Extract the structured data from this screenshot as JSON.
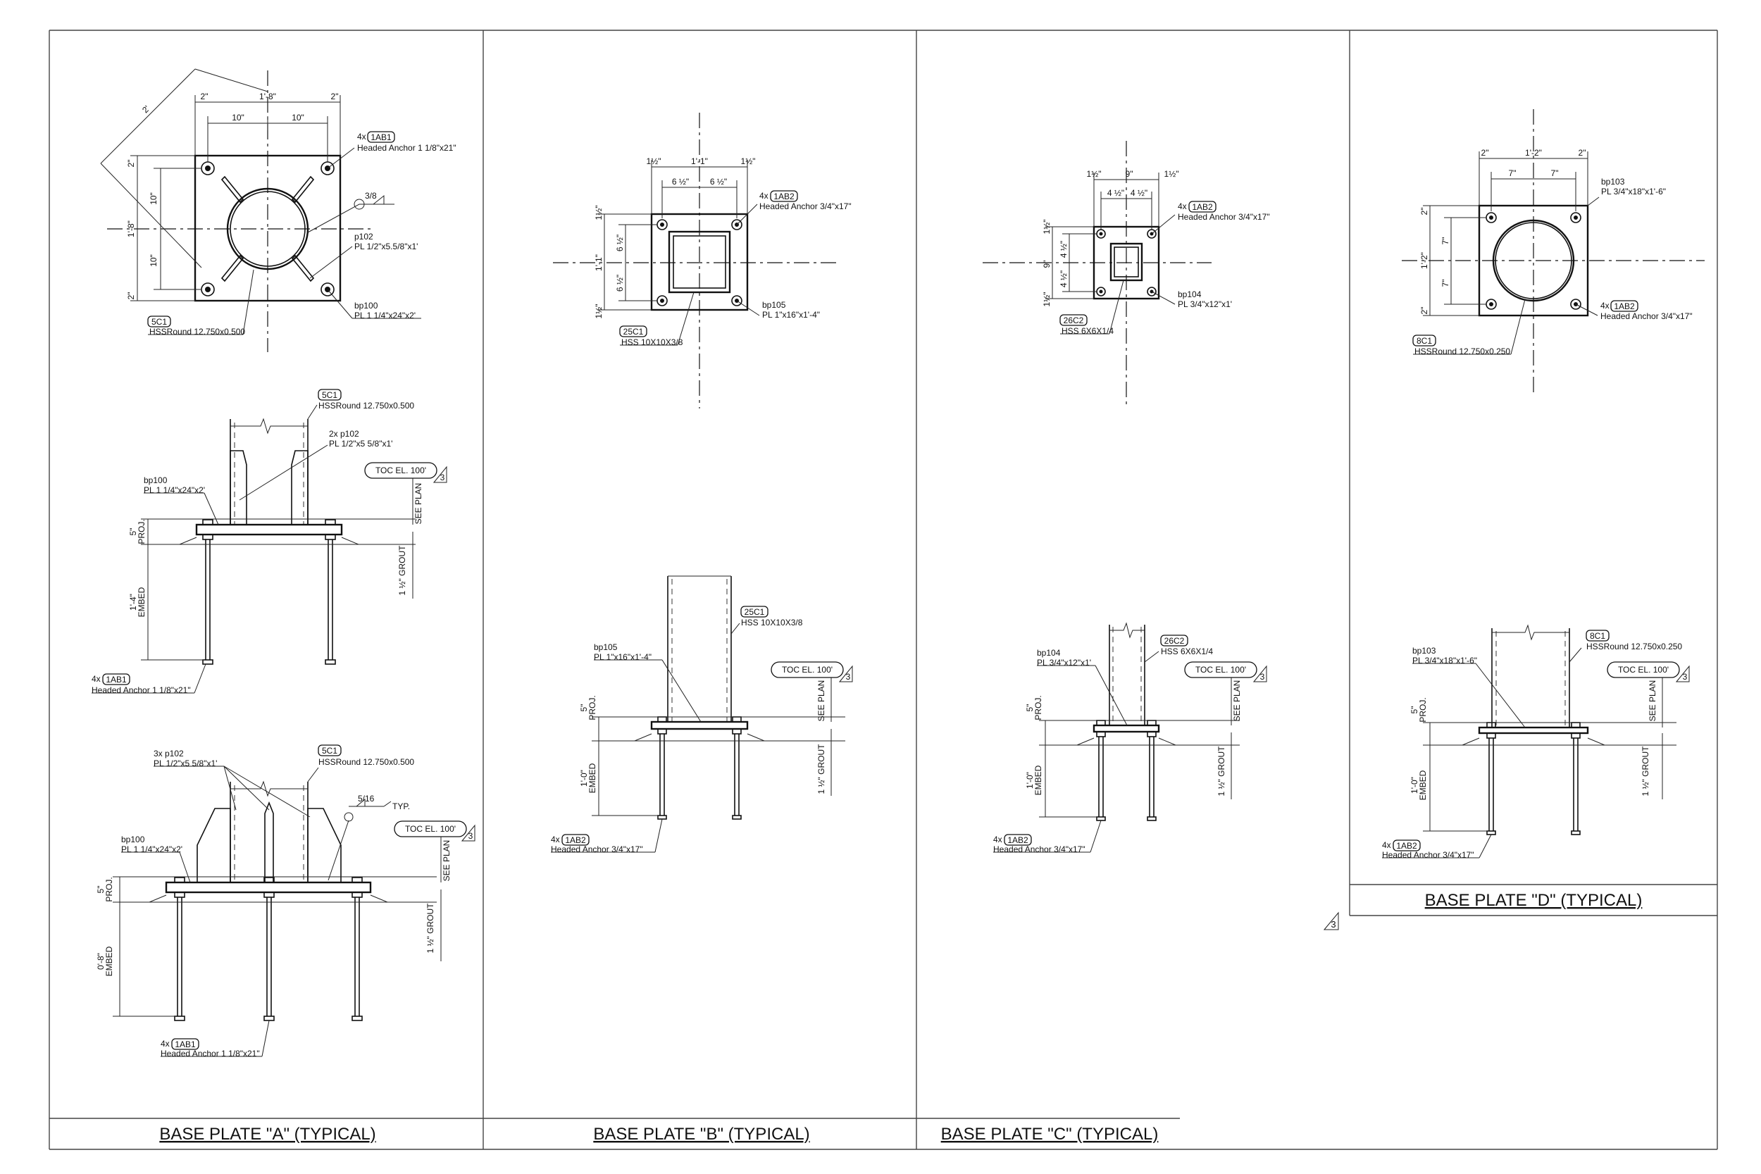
{
  "panels": {
    "a": {
      "title": "BASE PLATE \"A\" (TYPICAL)",
      "plan": {
        "dim_top_total": "1'-8\"",
        "dim_top_edge_l": "2\"",
        "dim_top_edge_r": "2\"",
        "dim_top_half_l": "10\"",
        "dim_top_half_r": "10\"",
        "dim_left_total": "1'-8\"",
        "dim_left_edge_t": "2\"",
        "dim_left_edge_b": "2\"",
        "dim_left_half_t": "10\"",
        "dim_left_half_b": "10\"",
        "dim_diag": "2'",
        "anchor_qty": "4x",
        "anchor_tag": "1AB1",
        "anchor_desc": "Headed Anchor 1 1/8\"x21\"",
        "weld_size": "3/8",
        "stiff_mark": "p102",
        "stiff_desc": "PL 1/2\"x5.5/8\"x1'",
        "plate_mark": "bp100",
        "plate_desc": "PL 1 1/4\"x24\"x2'",
        "col_tag": "5C1",
        "col_desc": "HSSRound 12.750x0.500"
      },
      "elev1": {
        "col_tag": "5C1",
        "col_desc": "HSSRound 12.750x0.500",
        "stiff_mark": "2x p102",
        "stiff_desc": "PL 1/2\"x5 5/8\"x1'",
        "plate_mark": "bp100",
        "plate_desc": "PL 1 1/4\"x24\"x2'",
        "toc": "TOC EL. 100'",
        "rev": "3",
        "see_plan": "SEE PLAN",
        "grout": "1 ½\" GROUT",
        "proj_dim": "5\"",
        "proj": "PROJ.",
        "embed_dim": "1'-4\"",
        "embed": "EMBED",
        "anchor_qty": "4x",
        "anchor_tag": "1AB1",
        "anchor_desc": "Headed Anchor 1 1/8\"x21\""
      },
      "elev2": {
        "stiff_mark": "3x p102",
        "stiff_desc": "PL 1/2\"x5 5/8\"x1'",
        "col_tag": "5C1",
        "col_desc": "HSSRound 12.750x0.500",
        "weld_size": "5/16",
        "weld_note": "TYP.",
        "plate_mark": "bp100",
        "plate_desc": "PL 1 1/4\"x24\"x2'",
        "toc": "TOC EL. 100'",
        "rev": "3",
        "see_plan": "SEE PLAN",
        "grout": "1 ½\" GROUT",
        "proj_dim": "5\"",
        "proj": "PROJ.",
        "embed_dim": "0'-8\"",
        "embed": "EMBED",
        "anchor_qty": "4x",
        "anchor_tag": "1AB1",
        "anchor_desc": "Headed Anchor 1 1/8\"x21\""
      }
    },
    "b": {
      "title": "BASE PLATE \"B\" (TYPICAL)",
      "plan": {
        "dim_top_total": "1'-1\"",
        "dim_top_edge_l": "1½\"",
        "dim_top_edge_r": "1½\"",
        "dim_top_half_l": "6 ½\"",
        "dim_top_half_r": "6 ½\"",
        "dim_left_total": "1'-1\"",
        "dim_left_edge_t": "1½\"",
        "dim_left_edge_b": "1½\"",
        "dim_left_half_t": "6 ½\"",
        "dim_left_half_b": "6 ½\"",
        "anchor_qty": "4x",
        "anchor_tag": "1AB2",
        "anchor_desc": "Headed Anchor 3/4\"x17\"",
        "plate_mark": "bp105",
        "plate_desc": "PL 1\"x16\"x1'-4\"",
        "col_tag": "25C1",
        "col_desc": "HSS 10X10X3/8"
      },
      "elev": {
        "col_tag": "25C1",
        "col_desc": "HSS 10X10X3/8",
        "plate_mark": "bp105",
        "plate_desc": "PL 1\"x16\"x1'-4\"",
        "toc": "TOC EL. 100'",
        "rev": "3",
        "see_plan": "SEE PLAN",
        "grout": "1 ½\" GROUT",
        "proj_dim": "5\"",
        "proj": "PROJ.",
        "embed_dim": "1'-0\"",
        "embed": "EMBED",
        "anchor_qty": "4x",
        "anchor_tag": "1AB2",
        "anchor_desc": "Headed Anchor 3/4\"x17\""
      }
    },
    "c": {
      "title": "BASE PLATE \"C\" (TYPICAL)",
      "plan": {
        "dim_top_total": "9\"",
        "dim_top_edge_l": "1½\"",
        "dim_top_edge_r": "1½\"",
        "dim_top_half_l": "4 ½\"",
        "dim_top_half_r": "4 ½\"",
        "dim_left_total": "9\"",
        "dim_left_edge_t": "1½\"",
        "dim_left_edge_b": "1½\"",
        "dim_left_half_t": "4 ½\"",
        "dim_left_half_b": "4 ½\"",
        "anchor_qty": "4x",
        "anchor_tag": "1AB2",
        "anchor_desc": "Headed Anchor 3/4\"x17\"",
        "plate_mark": "bp104",
        "plate_desc": "PL 3/4\"x12\"x1'",
        "col_tag": "26C2",
        "col_desc": "HSS 6X6X1/4"
      },
      "elev": {
        "col_tag": "26C2",
        "col_desc": "HSS 6X6X1/4",
        "plate_mark": "bp104",
        "plate_desc": "PL 3/4\"x12\"x1'",
        "toc": "TOC EL. 100'",
        "rev": "3",
        "see_plan": "SEE PLAN",
        "grout": "1 ½\" GROUT",
        "proj_dim": "5\"",
        "proj": "PROJ.",
        "embed_dim": "1'-0\"",
        "embed": "EMBED",
        "anchor_qty": "4x",
        "anchor_tag": "1AB2",
        "anchor_desc": "Headed Anchor 3/4\"x17\""
      }
    },
    "d": {
      "title": "BASE PLATE \"D\" (TYPICAL)",
      "plan": {
        "dim_top_total": "1'-2\"",
        "dim_top_edge_l": "2\"",
        "dim_top_edge_r": "2\"",
        "dim_top_half_l": "7\"",
        "dim_top_half_r": "7\"",
        "dim_left_total": "1'-2\"",
        "dim_left_edge_t": "2\"",
        "dim_left_edge_b": "2\"",
        "dim_left_half_t": "7\"",
        "dim_left_half_b": "7\"",
        "anchor_qty": "4x",
        "anchor_tag": "1AB2",
        "anchor_desc": "Headed Anchor 3/4\"x17\"",
        "plate_mark": "bp103",
        "plate_desc": "PL 3/4\"x18\"x1'-6\"",
        "col_tag": "8C1",
        "col_desc": "HSSRound 12.750x0.250"
      },
      "elev": {
        "col_tag": "8C1",
        "col_desc": "HSSRound 12.750x0.250",
        "plate_mark": "bp103",
        "plate_desc": "PL 3/4\"x18\"x1'-6\"",
        "toc": "TOC EL. 100'",
        "rev": "3",
        "see_plan": "SEE PLAN",
        "grout": "1 ½\" GROUT",
        "proj_dim": "5\"",
        "proj": "PROJ.",
        "embed_dim": "1'-0\"",
        "embed": "EMBED",
        "anchor_qty": "4x",
        "anchor_tag": "1AB2",
        "anchor_desc": "Headed Anchor 3/4\"x17\""
      }
    }
  },
  "revision_marker": "3"
}
